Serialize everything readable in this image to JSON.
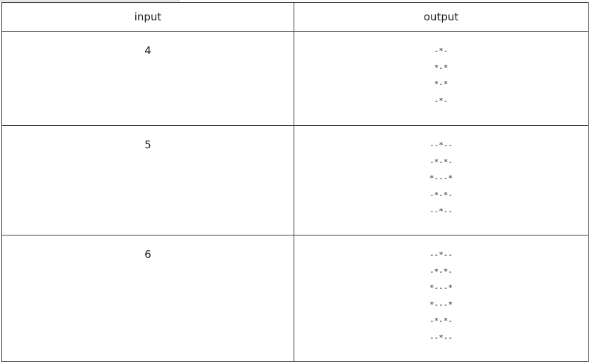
{
  "table": {
    "headers": [
      "input",
      "output"
    ],
    "rows": [
      {
        "input": "4",
        "output": "-*-\n*-*\n*-*\n-*-"
      },
      {
        "input": "5",
        "output": "--*--\n-*-*-\n*---*\n-*-*-\n--*--"
      },
      {
        "input": "6",
        "output": "--*--\n-*-*-\n*---*\n*---*\n-*-*-\n--*--"
      }
    ]
  }
}
